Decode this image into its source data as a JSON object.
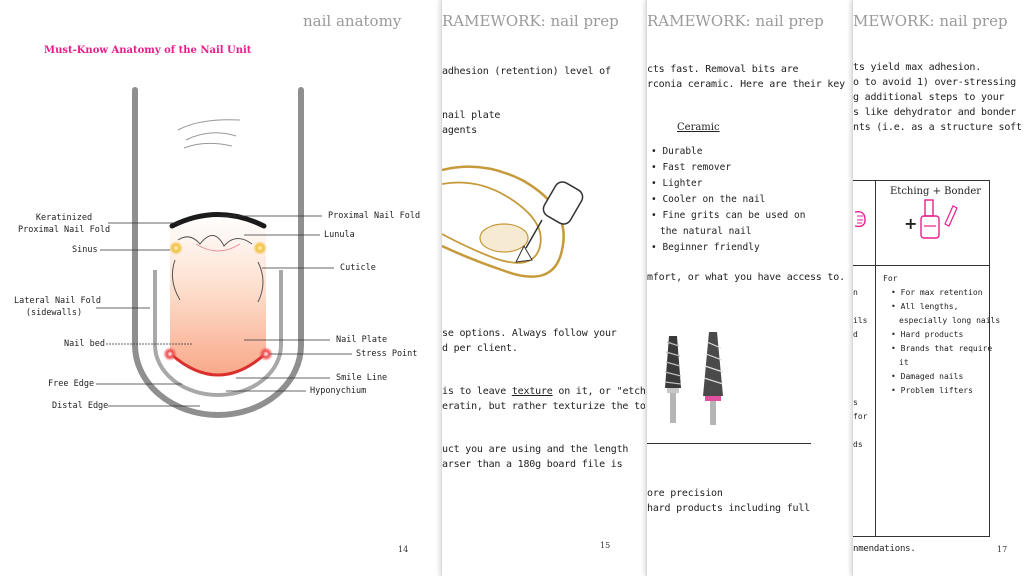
{
  "page14": {
    "header": "nail anatomy",
    "title": "Must-Know Anatomy of the Nail Unit",
    "labels": {
      "keratinized": "Keratinized",
      "proximal_nail_fold_left": "Proximal Nail Fold",
      "sinus": "Sinus",
      "lateral_nail_fold": "Lateral Nail Fold",
      "sidewalls": "(sidewalls)",
      "nail_bed": "Nail bed",
      "free_edge": "Free Edge",
      "distal_edge": "Distal Edge",
      "proximal_nail_fold_right": "Proximal Nail Fold",
      "lunula": "Lunula",
      "cuticle": "Cuticle",
      "nail_plate": "Nail Plate",
      "stress_point": "Stress Point",
      "smile_line": "Smile Line",
      "hyponychium": "Hyponychium"
    },
    "page_number": "14"
  },
  "page15": {
    "header": "RAMEWORK: nail prep",
    "lines": [
      "adhesion (retention) level of",
      "nail plate",
      "agents",
      "se options. Always follow your",
      "d per client.",
      "is to leave ",
      "texture",
      " on it, or \"etch\" it.",
      "eratin, but rather texturize the top",
      "uct you are using and the length",
      "arser than a 180g board file is"
    ],
    "page_number": "15"
  },
  "page16": {
    "header": "RAMEWORK: nail prep",
    "lines": [
      "cts fast. Removal bits are",
      "rconia ceramic. Here are their key",
      "mfort, or what you have access to.",
      "ore precision",
      " hard products including full"
    ],
    "ceramic_heading": "Ceramic",
    "ceramic_bullets": [
      "Durable",
      "Fast remover",
      "Lighter",
      "Cooler on the nail",
      "Fine grits can be used on",
      "the natural nail",
      "Beginner friendly"
    ]
  },
  "page17": {
    "header": "MEWORK: nail prep",
    "lines": [
      "ts yield max adhesion.",
      "o to avoid 1) over-stressing",
      "g additional steps to your",
      "s like dehydrator and bonder",
      "nts (i.e. as a structure soft gel"
    ],
    "column_heading": "Etching + Bonder",
    "plus": "+",
    "for_label": "For",
    "bullets": [
      "For max retention",
      "All lengths,",
      "especially long nails",
      "Hard products",
      "Brands that require",
      "it",
      "Damaged nails",
      "Problem lifters"
    ],
    "left_fragments": [
      "n",
      "ils",
      "d",
      "s",
      "for",
      "",
      "ds"
    ],
    "footer_note": "nmendations.",
    "page_number": "17"
  }
}
